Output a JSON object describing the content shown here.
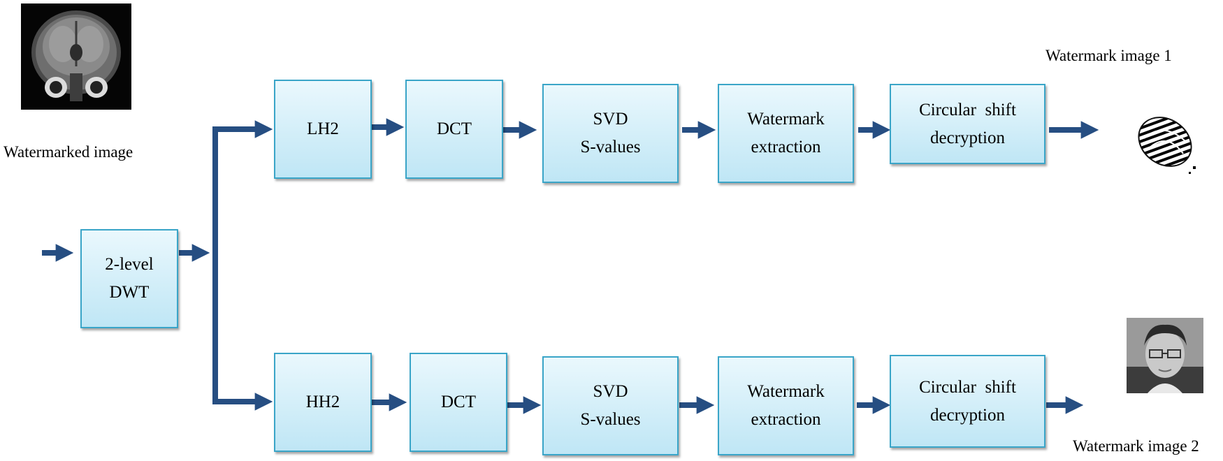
{
  "labels": {
    "watermarked_image": "Watermarked  image",
    "watermark_image_1": "Watermark image 1",
    "watermark_image_2": "Watermark image 2"
  },
  "blocks": {
    "dwt": [
      "2-level",
      "DWT"
    ],
    "top": {
      "subband": "LH2",
      "dct": "DCT",
      "svd": [
        "SVD",
        "S-values"
      ],
      "extraction": [
        "Watermark",
        "extraction"
      ],
      "decryption": [
        "Circular  shift",
        "decryption"
      ]
    },
    "bottom": {
      "subband": "HH2",
      "dct": "DCT",
      "svd": [
        "SVD",
        "S-values"
      ],
      "extraction": [
        "Watermark",
        "extraction"
      ],
      "decryption": [
        "Circular  shift",
        "decryption"
      ]
    }
  },
  "colors": {
    "arrow": "#264e82",
    "box_border": "#3aa5c8",
    "box_fill_top": "#eaf8fd",
    "box_fill_bottom": "#bfe6f5"
  }
}
